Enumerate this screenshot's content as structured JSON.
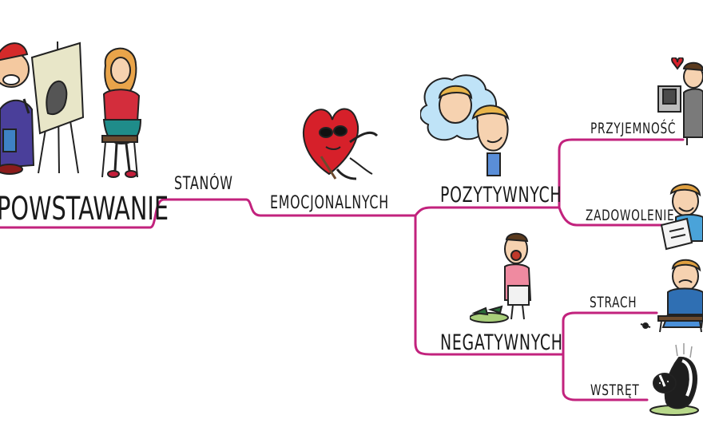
{
  "mindmap": {
    "root": "POWSTAWANIE",
    "level1": "STANÓW",
    "level2": "EMOCJONALNYCH",
    "branch_positive": {
      "label": "POZYTYWNYCH",
      "children": [
        "PRZYJEMNOŚĆ",
        "ZADOWOLENIE"
      ]
    },
    "branch_negative": {
      "label": "NEGATYWNYCH",
      "children": [
        "STRACH",
        "WSTRĘT"
      ]
    }
  },
  "colors": {
    "branch_line": "#c2227d",
    "text": "#1a1a1a"
  },
  "icons": [
    "painter-illustration",
    "seated-woman-illustration",
    "heart-character-illustration",
    "dreaming-couple-illustration",
    "crying-man-illustration",
    "hugging-couple-illustration",
    "happy-writer-illustration",
    "scared-man-illustration",
    "skunk-illustration"
  ]
}
